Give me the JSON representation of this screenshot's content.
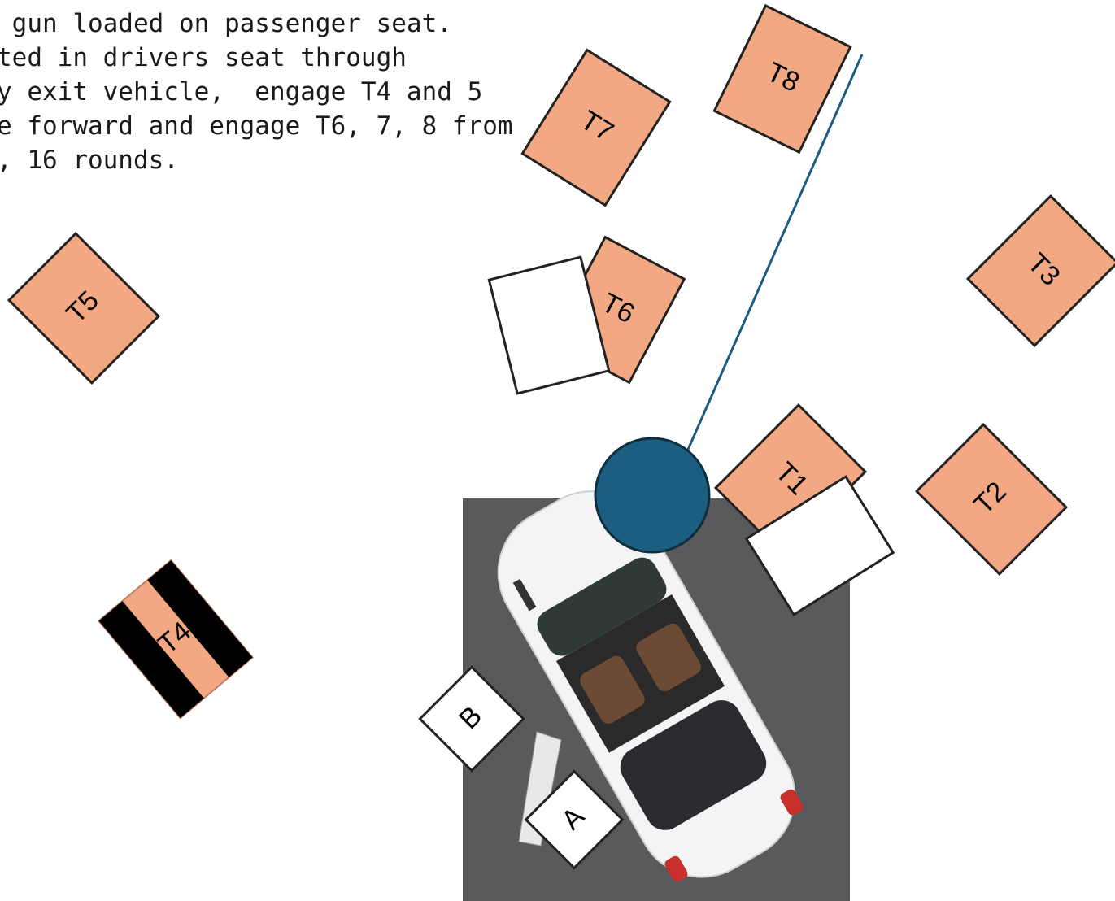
{
  "instructions": [
    " gun loaded on passenger seat.",
    "ted in drivers seat through",
    "y exit vehicle,  engage T4 and 5",
    "e forward and engage T6, 7, 8 from",
    ", 16 rounds."
  ],
  "targets": [
    {
      "id": "T1",
      "label": "T1",
      "type": "partial",
      "color": "#f2a883"
    },
    {
      "id": "T2",
      "label": "T2",
      "type": "open",
      "color": "#f2a883"
    },
    {
      "id": "T3",
      "label": "T3",
      "type": "open",
      "color": "#f2a883"
    },
    {
      "id": "T4",
      "label": "T4",
      "type": "hard-cover",
      "color": "#f2a883"
    },
    {
      "id": "T5",
      "label": "T5",
      "type": "open",
      "color": "#f2a883"
    },
    {
      "id": "T6",
      "label": "T6",
      "type": "partial",
      "color": "#f2a883"
    },
    {
      "id": "T7",
      "label": "T7",
      "type": "open",
      "color": "#f2a883"
    },
    {
      "id": "T8",
      "label": "T8",
      "type": "open",
      "color": "#f2a883"
    }
  ],
  "positions": [
    {
      "id": "A",
      "label": "A"
    },
    {
      "id": "B",
      "label": "B"
    }
  ],
  "no_shoot_color": "#ffffff",
  "barrel_color": "#1b5e82",
  "fault_line_color": "#1b5e82",
  "vehicle": {
    "icon": "convertible-car-top-view",
    "body_color": "#f4f4f4",
    "floor_color": "#5a5a5c"
  }
}
